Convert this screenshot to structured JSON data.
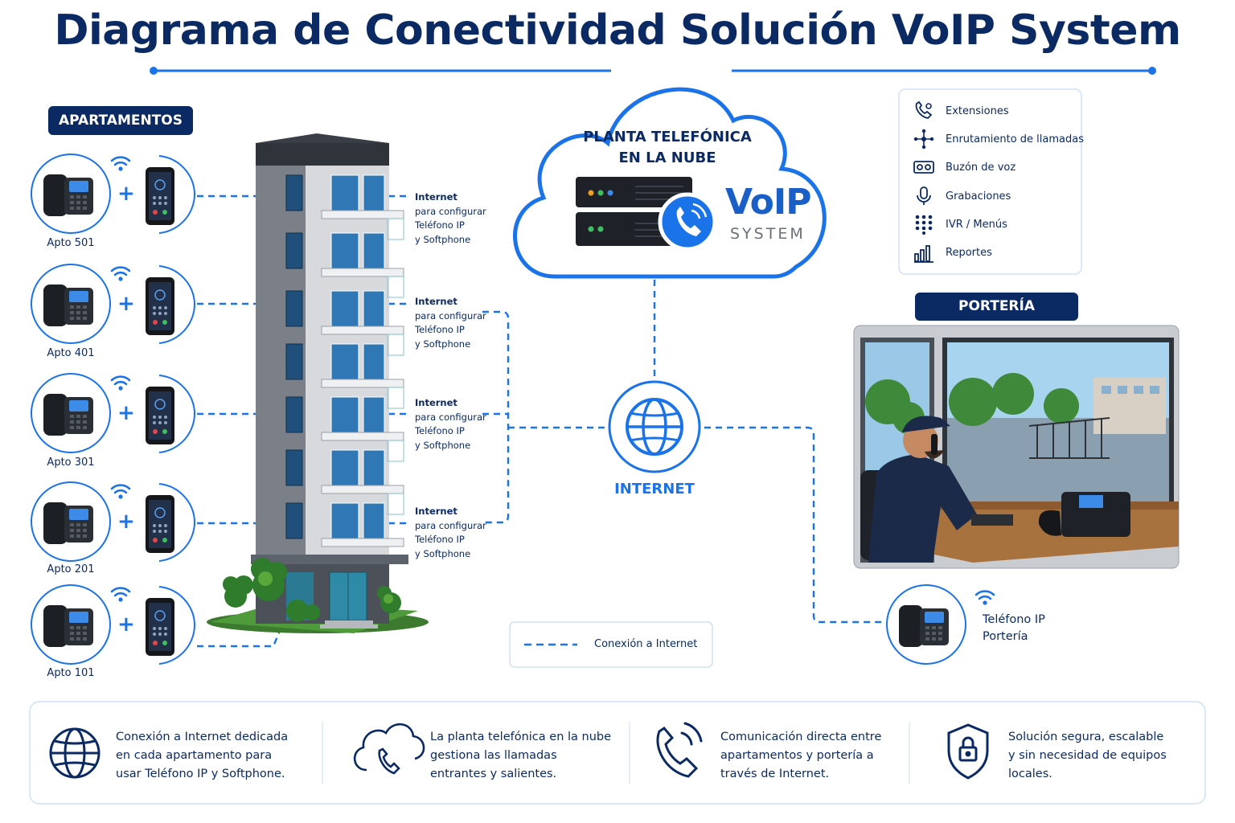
{
  "title": "Diagrama de Conectividad Solución VoIP System",
  "colors": {
    "navy": "#0b2a63",
    "blue": "#1a73e8",
    "light_border": "#cfe0f7"
  },
  "apartments": {
    "header": "APARTAMENTOS",
    "units": [
      {
        "label": "Apto 501"
      },
      {
        "label": "Apto 401"
      },
      {
        "label": "Apto 301"
      },
      {
        "label": "Apto 201"
      },
      {
        "label": "Apto 101"
      }
    ],
    "plus": "+"
  },
  "internet_notes": [
    {
      "title": "Internet",
      "line1": "para configurar",
      "line2": "Teléfono IP",
      "line3": "y Softphone"
    },
    {
      "title": "Internet",
      "line1": "para configurar",
      "line2": "Teléfono IP",
      "line3": "y Softphone"
    },
    {
      "title": "Internet",
      "line1": "para configurar",
      "line2": "Teléfono IP",
      "line3": "y Softphone"
    },
    {
      "title": "Internet",
      "line1": "para configurar",
      "line2": "Teléfono IP",
      "line3": "y Softphone"
    }
  ],
  "cloud": {
    "line1": "PLANTA TELEFÓNICA",
    "line2": "EN LA NUBE",
    "brand": "VoIP",
    "brand_sub": "SYSTEM"
  },
  "internet_hub": {
    "label": "INTERNET"
  },
  "features": [
    {
      "label": "Extensiones",
      "icon": "phone-settings-icon"
    },
    {
      "label": "Enrutamiento de llamadas",
      "icon": "routing-icon"
    },
    {
      "label": "Buzón de voz",
      "icon": "voicemail-icon"
    },
    {
      "label": "Grabaciones",
      "icon": "microphone-icon"
    },
    {
      "label": "IVR / Menús",
      "icon": "keypad-icon"
    },
    {
      "label": "Reportes",
      "icon": "bar-chart-icon"
    }
  ],
  "porteria": {
    "header": "PORTERÍA",
    "phone_line1": "Teléfono IP",
    "phone_line2": "Portería"
  },
  "legend": {
    "label": "Conexión a Internet"
  },
  "bottom": [
    {
      "icon": "globe-icon",
      "line1": "Conexión a Internet dedicada",
      "line2": "en cada apartamento para",
      "line3": "usar Teléfono IP y Softphone."
    },
    {
      "icon": "cloud-phone-icon",
      "line1": "La planta telefónica en la nube",
      "line2": "gestiona las llamadas",
      "line3": "entrantes y salientes."
    },
    {
      "icon": "phone-call-icon",
      "line1": "Comunicación directa entre",
      "line2": "apartamentos y portería a",
      "line3": "través de Internet."
    },
    {
      "icon": "shield-lock-icon",
      "line1": "Solución segura, escalable",
      "line2": "y sin necesidad de equipos",
      "line3": "locales."
    }
  ]
}
